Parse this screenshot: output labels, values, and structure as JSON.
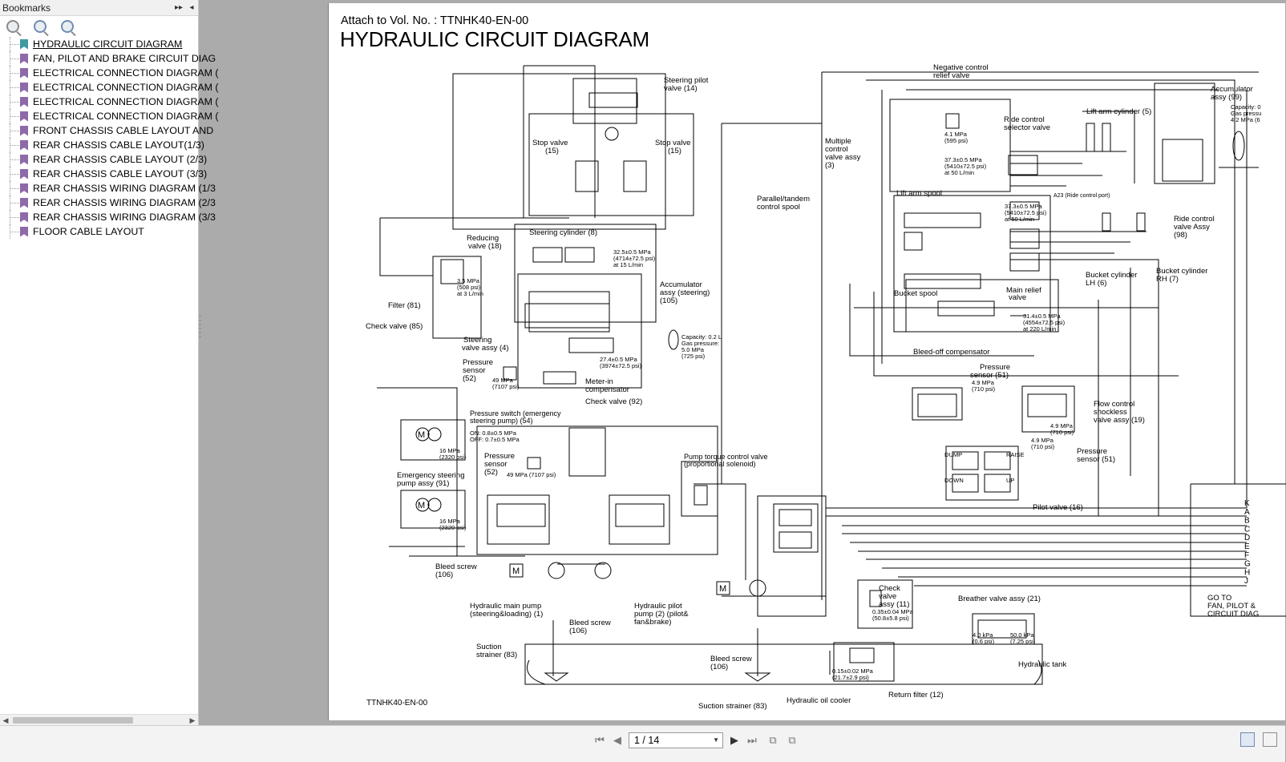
{
  "sidebar": {
    "title": "Bookmarks",
    "collapse_glyph": "▸▸",
    "close_glyph": "◂",
    "tools": [
      "expand-bookmark-icon",
      "find-bookmark-icon",
      "bookmark-options-icon"
    ],
    "items": [
      {
        "label": "HYDRAULIC CIRCUIT DIAGRAM",
        "active": true
      },
      {
        "label": "FAN, PILOT AND BRAKE CIRCUIT DIAG"
      },
      {
        "label": "ELECTRICAL CONNECTION DIAGRAM ("
      },
      {
        "label": "ELECTRICAL CONNECTION DIAGRAM ("
      },
      {
        "label": "ELECTRICAL CONNECTION DIAGRAM ("
      },
      {
        "label": "ELECTRICAL CONNECTION DIAGRAM ("
      },
      {
        "label": "FRONT CHASSIS CABLE LAYOUT AND"
      },
      {
        "label": "REAR CHASSIS CABLE LAYOUT(1/3)"
      },
      {
        "label": "REAR CHASSIS CABLE LAYOUT (2/3)"
      },
      {
        "label": "REAR CHASSIS CABLE LAYOUT (3/3)"
      },
      {
        "label": "REAR CHASSIS WIRING DIAGRAM (1/3"
      },
      {
        "label": "REAR CHASSIS WIRING DIAGRAM (2/3"
      },
      {
        "label": "REAR CHASSIS WIRING DIAGRAM (3/3"
      },
      {
        "label": "FLOOR CABLE LAYOUT"
      }
    ]
  },
  "document": {
    "attach": "Attach to Vol. No. : TTNHK40-EN-00",
    "title": "HYDRAULIC CIRCUIT DIAGRAM",
    "footer_code": "TTNHK40-EN-00",
    "labels": {
      "steering_pilot": "Steering pilot",
      "steering_pilot2": "valve (14)",
      "stop_valve": "Stop valve",
      "stop_valve_num": "(15)",
      "reducing": "Reducing",
      "reducing2": "valve (18)",
      "reducing_spec": "3.5 MPa",
      "reducing_spec2": "(508 psi)",
      "reducing_spec3": "at 3 L/min",
      "steering_cyl": "Steering cylinder (8)",
      "steer_relief": "32.5±0.5 MPa",
      "steer_relief2": "(4714±72.5 psi)",
      "steer_relief3": "at 15 L/min",
      "filter": "Filter (81)",
      "check85": "Check valve (85)",
      "steer_valve": "Steering",
      "steer_valve2": "valve assy (4)",
      "accum_steer": "Accumulator",
      "accum_steer2": "assy (steering)",
      "accum_steer3": "(105)",
      "accum_cap": "Capacity: 0.2 L",
      "accum_cap2": "Gas pressure:",
      "accum_cap3": "5.0 MPa",
      "accum_cap4": "(725 psi)",
      "mr_spec": "27.4±0.5 MPa",
      "mr_spec2": "(3974±72.5 psi)",
      "ps52": "Pressure",
      "ps52b": "sensor",
      "ps52c": "(52)",
      "ps52_spec": "49 MPa",
      "ps52_spec2": "(7107 psi)",
      "meter_in": "Meter-in",
      "meter_in2": "compensator",
      "check92": "Check valve (92)",
      "pswitch": "Pressure switch (emergency",
      "pswitch2": "steering pump) (54)",
      "pswitch_on": "ON: 0.8±0.5 MPa",
      "pswitch_off": "OFF: 0.7±0.5 MPa",
      "ps52_2_spec": "49 MPa (7107 psi)",
      "em_spec": "16 MPa",
      "em_spec2": "(2320 psi)",
      "em_pump": "Emergency steering",
      "em_pump2": "pump assy (91)",
      "bleed106": "Bleed screw",
      "bleed106n": "(106)",
      "main_pump": "Hydraulic main pump",
      "main_pump2": "(steering&loading) (1)",
      "pilot_pump": "Hydraulic pilot",
      "pilot_pump2": "pump (2) (pilot&",
      "pilot_pump3": "fan&brake)",
      "pump_torque": "Pump torque control valve",
      "pump_torque2": "(proportional solenoid)",
      "neg_relief": "Negative control",
      "neg_relief2": "relief valve",
      "neg_spec": "4.1 MPa",
      "neg_spec2": "(595 psi)",
      "mcv": "Multiple",
      "mcv2": "control",
      "mcv3": "valve assy",
      "mcv4": "(3)",
      "ride_sel": "Ride control",
      "ride_sel2": "selector valve",
      "lift_cyl": "Lift arm cylinder (5)",
      "accum99": "Accumulator",
      "accum99b": "assy (99)",
      "accum99c": "Capacity: 0",
      "accum99d": "Gas pressu",
      "accum99e": "4.2 MPa (6",
      "parallel": "Parallel/tandem",
      "parallel2": "control spool",
      "lift_spool": "Lift arm spool",
      "relief_a": "37.3±0.5 MPa",
      "relief_a2": "(5410±72.5 psi)",
      "relief_a3": "at 50 L/min",
      "ride_port": "A23 (Ride control port)",
      "bucket_lh": "Bucket cylinder",
      "bucket_lh2": "LH (6)",
      "bucket_rh": "Bucket cylinder",
      "bucket_rh2": "RH (7)",
      "ride_assy": "Ride control",
      "ride_assy2": "valve Assy",
      "ride_assy3": "(98)",
      "bucket_spool": "Bucket spool",
      "main_relief": "Main relief",
      "main_relief2": "valve",
      "main_spec": "31.4±0.5 MPa",
      "main_spec2": "(4554±72.5 psi)",
      "main_spec3": "at 220 L/min",
      "bleed_off": "Bleed-off compensator",
      "ps51": "Pressure",
      "ps51b": "sensor (51)",
      "ps51_spec": "4.9 MPa",
      "ps51_spec2": "(710 psi)",
      "flow_ctrl": "Flow control",
      "flow_ctrl2": "shockless",
      "flow_ctrl3": "valve assy (19)",
      "pilot16": "Pilot valve (16)",
      "dump": "DUMP",
      "raise": "RAISE",
      "down": "DOWN",
      "up": "UP",
      "breather": "Breather valve assy (21)",
      "breather_a": "4.0 kPa",
      "breather_a2": "(0.6 psi)",
      "breather_b": "50.0 kPa",
      "breather_b2": "(7.25 psi)",
      "check11": "Check",
      "check11b": "valve",
      "check11c": "assy (11)",
      "check11_spec": "0.35±0.04 MPa",
      "check11_spec2": "(50.8±5.8 psi)",
      "hyd_tank": "Hydraulic tank",
      "suction": "Suction",
      "suction2": "strainer (83)",
      "suction83": "Suction strainer (83)",
      "cooler": "Hydraulic oil cooler",
      "return_filter": "Return filter (12)",
      "rf_spec": "0.15±0.02 MPa",
      "rf_spec2": "(21.7±2.9 psi)",
      "goto": "GO TO",
      "goto2": "FAN, PILOT &",
      "goto3": "CIRCUIT DIAG",
      "letters": [
        "K",
        "A",
        "B",
        "C",
        "D",
        "E",
        "F",
        "G",
        "H",
        "J"
      ]
    }
  },
  "navbar": {
    "page_display": "1 / 14",
    "buttons": [
      "first-page-icon",
      "prev-page-icon",
      "next-page-icon",
      "last-page-icon",
      "go-back-icon"
    ]
  }
}
